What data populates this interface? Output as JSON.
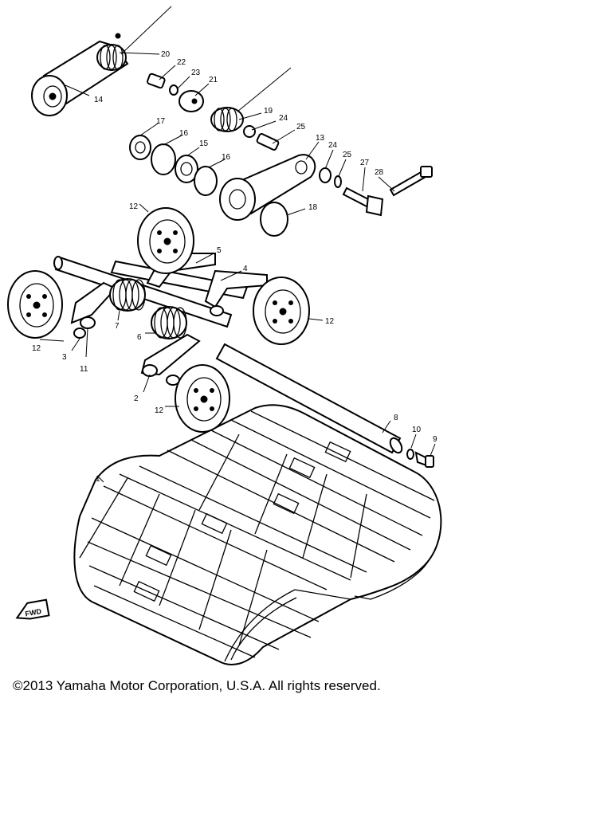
{
  "diagram": {
    "callouts": [
      "1",
      "2",
      "3",
      "4",
      "5",
      "6",
      "7",
      "8",
      "9",
      "10",
      "11",
      "12",
      "12",
      "12",
      "12",
      "13",
      "14",
      "15",
      "16",
      "16",
      "17",
      "18",
      "19",
      "20",
      "21",
      "22",
      "23",
      "24",
      "24",
      "25",
      "25",
      "27",
      "28"
    ],
    "direction_label": "FWD"
  },
  "footer": {
    "copyright": "©2013 Yamaha Motor Corporation, U.S.A. All rights reserved."
  }
}
